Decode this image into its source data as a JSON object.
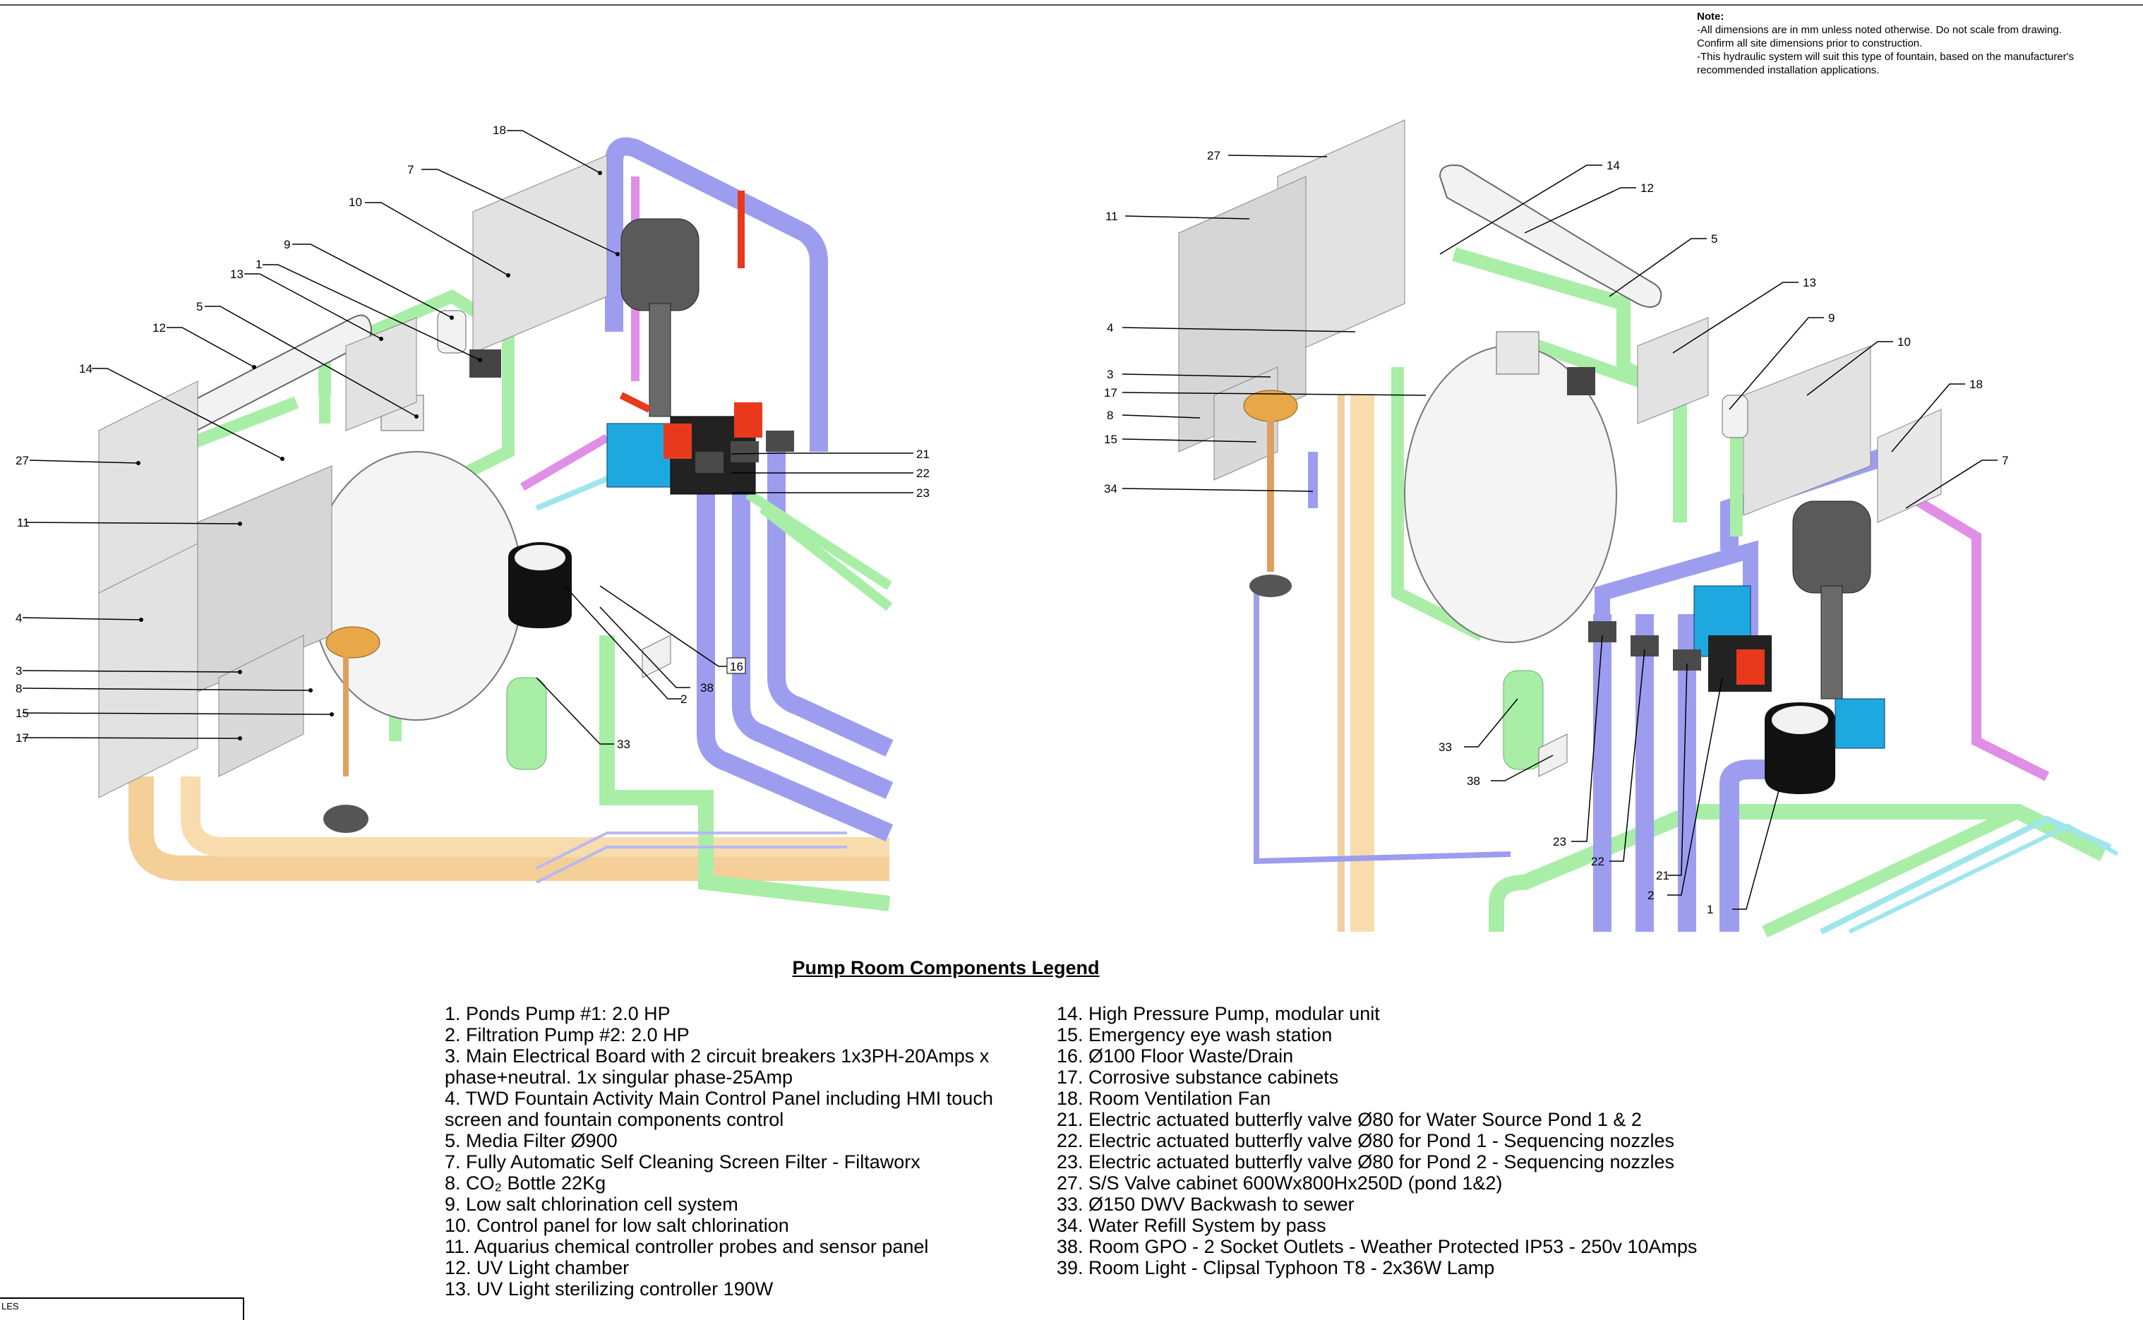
{
  "note": {
    "title": "Note:",
    "lines": [
      "-All dimensions are in mm unless noted otherwise.  Do not scale from  drawing.",
      "Confirm all site dimensions prior to construction.",
      "-This hydraulic system will suit this type of fountain, based on the manufacturer's",
      "recommended installation applications."
    ]
  },
  "left_view_callouts": [
    "18",
    "7",
    "10",
    "9",
    "1",
    "13",
    "5",
    "12",
    "14",
    "27",
    "11",
    "4",
    "3",
    "8",
    "15",
    "17",
    "21",
    "22",
    "23",
    "16",
    "38",
    "2",
    "33"
  ],
  "right_view_callouts": [
    "27",
    "11",
    "4",
    "3",
    "17",
    "8",
    "15",
    "34",
    "14",
    "12",
    "5",
    "13",
    "9",
    "10",
    "18",
    "7",
    "33",
    "38",
    "23",
    "22",
    "21",
    "2",
    "1"
  ],
  "legend": {
    "title": "Pump Room Components Legend",
    "left_items": [
      "1. Ponds Pump #1: 2.0 HP",
      "2. Filtration Pump #2: 2.0 HP",
      "3. Main Electrical Board with 2 circuit breakers 1x3PH-20Amps x phase+neutral. 1x singular phase-25Amp",
      "4. TWD Fountain Activity Main Control Panel including HMI touch screen and fountain components control",
      "5. Media Filter Ø900",
      "7. Fully Automatic Self Cleaning Screen Filter - Filtaworx",
      "8. CO₂ Bottle 22Kg",
      "9. Low salt chlorination cell system",
      "10. Control panel for low salt chlorination",
      "11. Aquarius chemical controller probes and sensor panel",
      "12. UV Light chamber",
      "13. UV Light sterilizing controller 190W"
    ],
    "right_items": [
      "14. High Pressure Pump, modular unit",
      "15. Emergency eye wash station",
      "16. Ø100 Floor Waste/Drain",
      "17. Corrosive substance cabinets",
      "18. Room Ventilation Fan",
      "21. Electric actuated butterfly valve Ø80 for Water Source Pond 1 & 2",
      "22. Electric actuated butterfly valve Ø80 for Pond 1 - Sequencing nozzles",
      "23. Electric actuated butterfly valve Ø80 for Pond 2 - Sequencing nozzles",
      "27. S/S Valve cabinet 600Wx800Hx250D (pond 1&2)",
      "33. Ø150 DWV Backwash to sewer",
      "34. Water Refill System by pass",
      "38. Room GPO - 2 Socket Outlets - Weather Protected IP53 - 250v 10Amps",
      "39. Room Light - Clipsal Typhoon T8 - 2x36W Lamp"
    ]
  },
  "corner_label": "LES",
  "colors": {
    "pipe_blue": "#9d9df0",
    "pipe_green": "#a9eea7",
    "pipe_pink": "#e08ee6",
    "pipe_tan": "#f4cf97",
    "pipe_cyan": "#9ee6ec",
    "cabinet": "#dcdcdc",
    "valve_red": "#e8391c",
    "pump_blue": "#1ea8e0"
  }
}
